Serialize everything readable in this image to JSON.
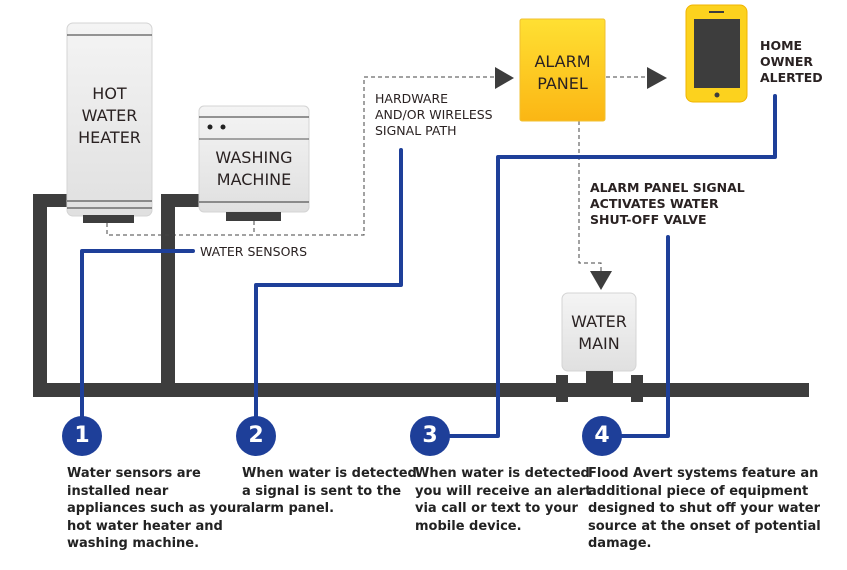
{
  "devices": {
    "heater": "HOT\nWATER\nHEATER",
    "washer": "WASHING\nMACHINE",
    "alarm": "ALARM\nPANEL",
    "water_main": "WATER\nMAIN"
  },
  "labels": {
    "signal_path": "HARDWARE\nAND/OR WIRELESS\nSIGNAL PATH",
    "water_sensors": "WATER SENSORS",
    "home_owner": "HOME\nOWNER\nALERTED",
    "shutoff": "ALARM PANEL SIGNAL\nACTIVATES WATER\nSHUT-OFF VALVE"
  },
  "steps": [
    {
      "num": "1",
      "text": "Water sensors are\ninstalled near\nappliances such as your\nhot water heater and\nwashing machine."
    },
    {
      "num": "2",
      "text": "When water is detected\na signal is sent to the\nalarm panel."
    },
    {
      "num": "3",
      "text": "When water is detected\nyou will receive an alert\nvia call or text to your\nmobile device."
    },
    {
      "num": "4",
      "text": "Flood Avert systems feature an\nadditional piece of equipment\ndesigned to shut off your water\nsource at the onset of potential\ndamage."
    }
  ],
  "colors": {
    "pipe": "#3d3d3d",
    "blue": "#1e3f99",
    "yellow": "#fcc419"
  }
}
